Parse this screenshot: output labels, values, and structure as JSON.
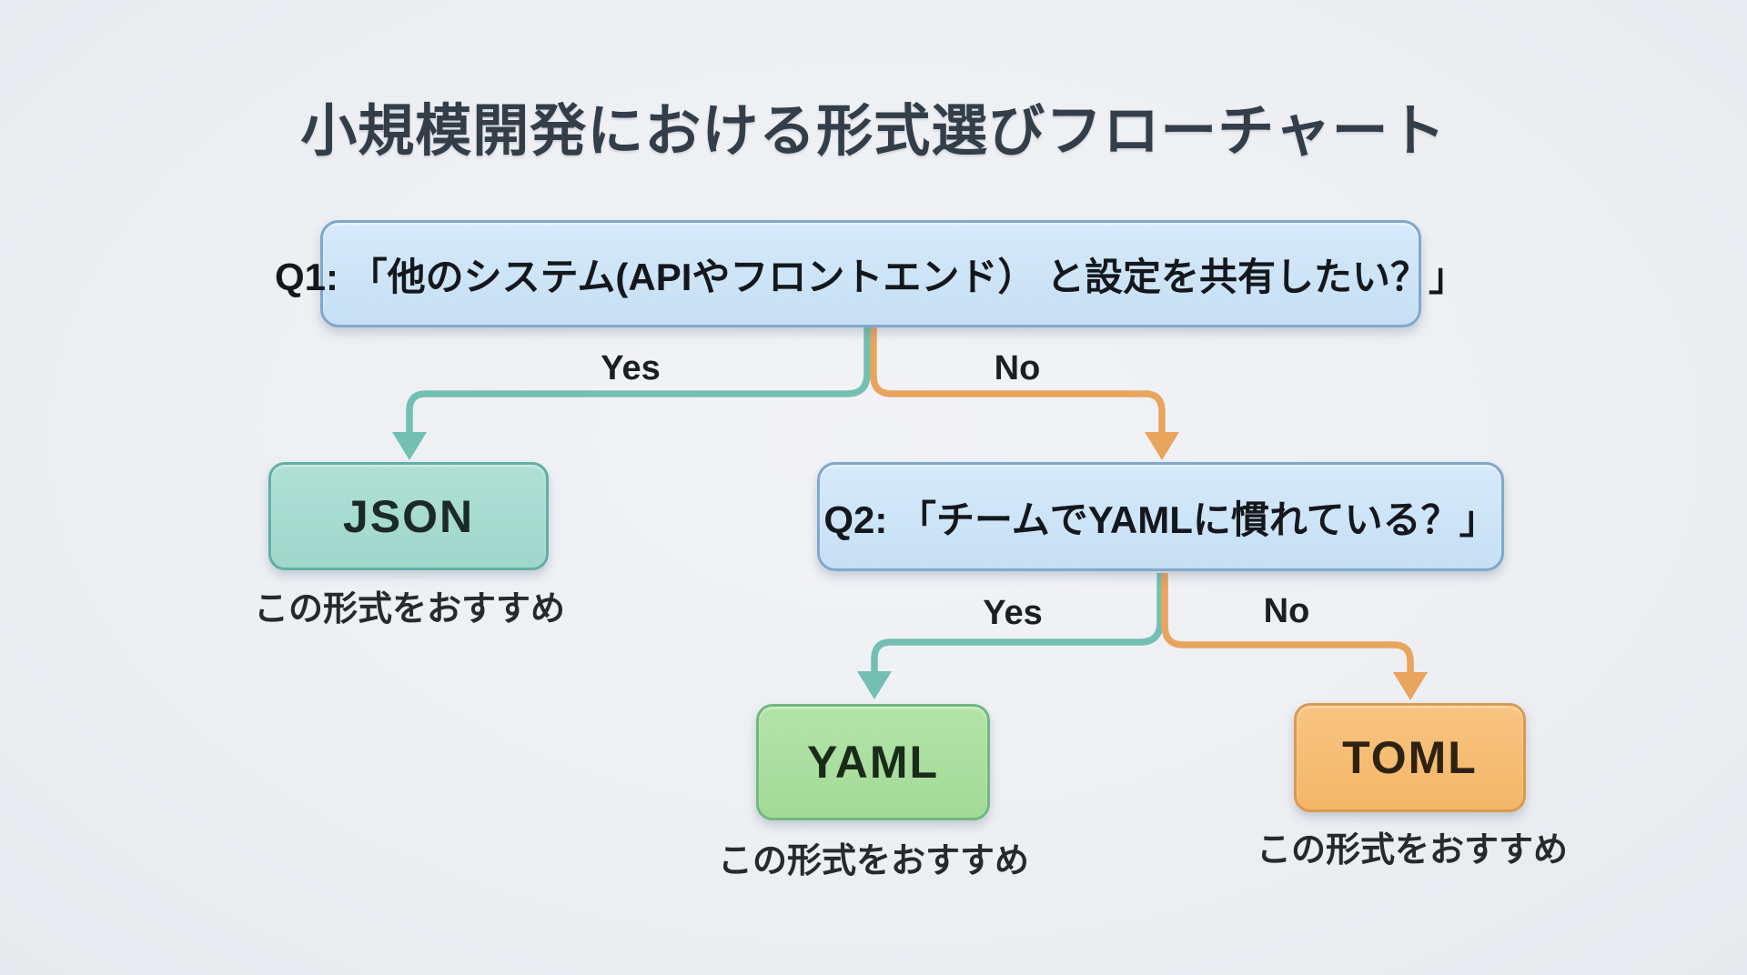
{
  "title": "小規模開発における形式選びフローチャート",
  "nodes": {
    "q1": {
      "label": "Q1: 「他のシステム(APIやフロントエンド） と設定を共有したい？」",
      "type": "question"
    },
    "q2": {
      "label": "Q2: 「チームでYAMLに慣れている？」",
      "type": "question"
    },
    "json": {
      "label": "JSON",
      "caption": "この形式をおすすめ",
      "type": "result"
    },
    "yaml": {
      "label": "YAML",
      "caption": "この形式をおすすめ",
      "type": "result"
    },
    "toml": {
      "label": "TOML",
      "caption": "この形式をおすすめ",
      "type": "result"
    }
  },
  "edges": {
    "q1_yes": {
      "label": "Yes",
      "from": "q1",
      "to": "json"
    },
    "q1_no": {
      "label": "No",
      "from": "q1",
      "to": "q2"
    },
    "q2_yes": {
      "label": "Yes",
      "from": "q2",
      "to": "yaml"
    },
    "q2_no": {
      "label": "No",
      "from": "q2",
      "to": "toml"
    }
  },
  "colors": {
    "background": "#edeff3",
    "title_text": "#333e48",
    "question_fill": "#cbe3f7",
    "question_border": "#7fa8cc",
    "json_fill": "#a6dbd0",
    "json_border": "#5fb0a2",
    "yaml_fill": "#abdfa2",
    "yaml_border": "#6fb97f",
    "toml_fill": "#f7bd77",
    "toml_border": "#da9a4e",
    "yes_line": "#73c0b2",
    "no_line": "#e9a45d",
    "node_text": "#17191d"
  }
}
